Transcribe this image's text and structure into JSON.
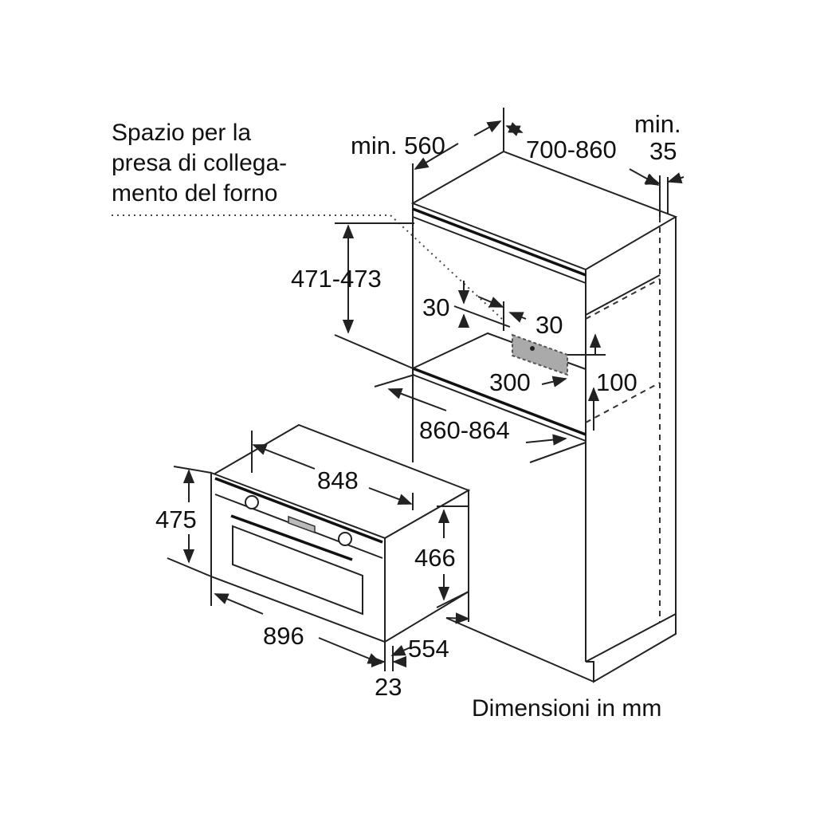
{
  "note": {
    "line1": "Spazio per la",
    "line2": "presa di collega-",
    "line3": "mento del forno"
  },
  "dimensions": {
    "min_width": "min. 560",
    "depth_range": "700-860",
    "min_gap_word": "min.",
    "min_gap_value": "35",
    "niche_height": "471-473",
    "socket_offset_left": "30",
    "socket_offset_right": "30",
    "socket_width": "300",
    "socket_height": "100",
    "niche_width": "860-864",
    "oven_width": "848",
    "oven_height": "475",
    "oven_body_height": "466",
    "oven_total_width": "896",
    "oven_depth": "554",
    "front_thickness": "23"
  },
  "caption": "Dimensioni in mm"
}
